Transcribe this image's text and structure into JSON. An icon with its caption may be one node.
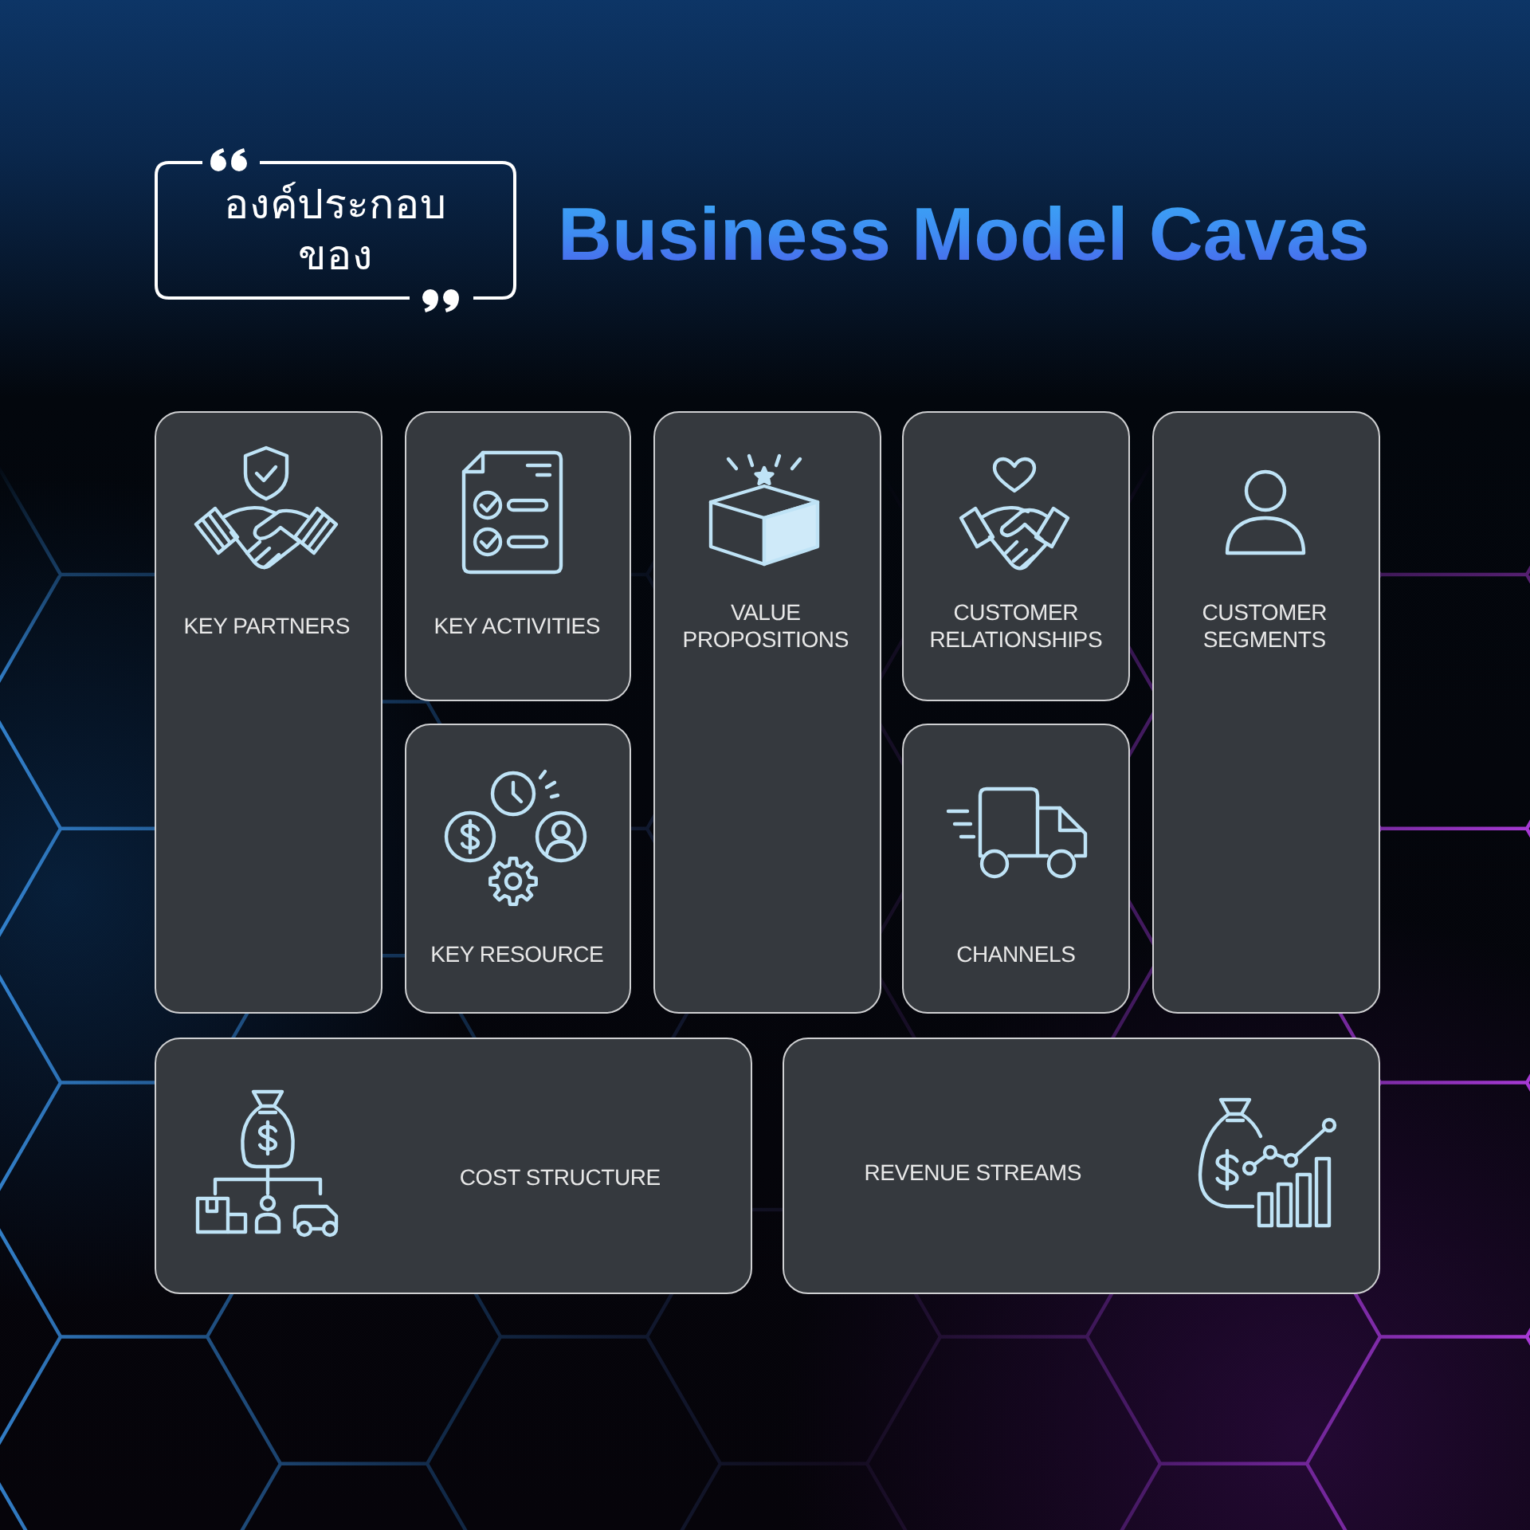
{
  "diagram": {
    "title": "Business Model Cavas",
    "nodes": [
      {
        "text": [
          "องค์ประกอบของ"
        ]
      },
      {
        "text": [
          "KEY PARTNERS"
        ]
      },
      {
        "text": [
          "KEY ACTIVITIES"
        ]
      },
      {
        "text": [
          "VALUE PROPOSITIONS"
        ]
      },
      {
        "text": [
          "CUSTOMER RELATIONSHIPS"
        ]
      },
      {
        "text": [
          "CUSTOMER SEGMENTS"
        ]
      },
      {
        "text": [
          "KEY RESOURCE"
        ]
      },
      {
        "text": [
          "CHANNELS"
        ]
      },
      {
        "text": [
          "COST STRUCTURE"
        ]
      },
      {
        "text": [
          "REVENUE STREAMS"
        ]
      }
    ]
  }
}
